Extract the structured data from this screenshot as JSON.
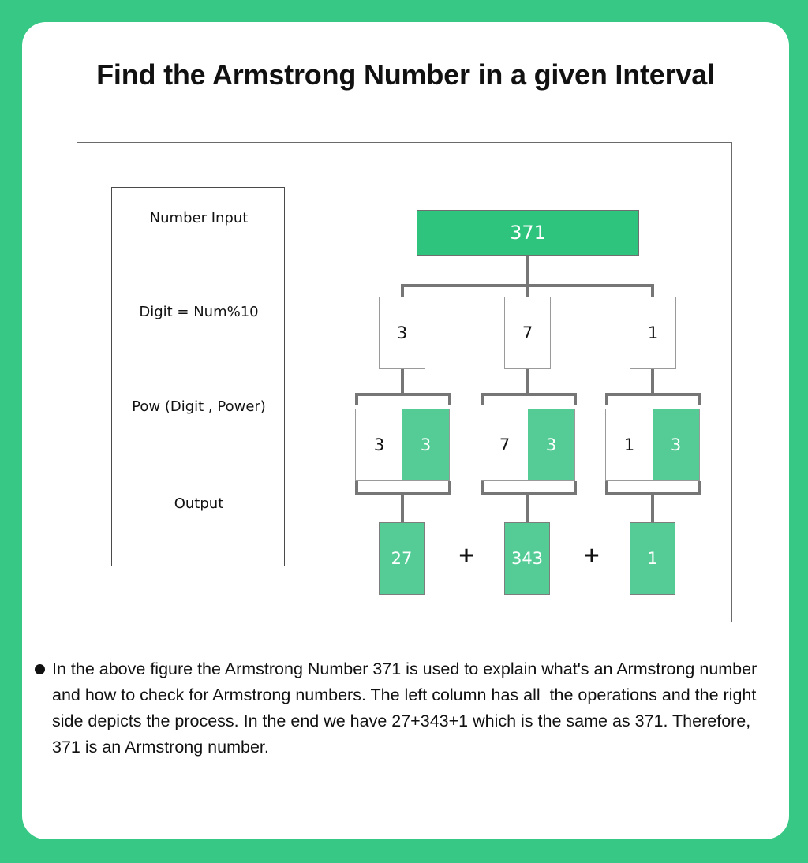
{
  "background_color": "#37c885",
  "card_color": "#ffffff",
  "accent_colors": {
    "root_green": "#2ec47e",
    "box_green": "#55cc96",
    "connector_gray": "#767676",
    "border_gray": "#9a9a9a"
  },
  "header": {
    "title": "Find the Armstrong Number in a given Interval"
  },
  "diagram": {
    "legend": {
      "items": [
        {
          "label": "Number Input"
        },
        {
          "label": "Digit = Num%10"
        },
        {
          "label": "Pow (Digit , Power)"
        },
        {
          "label": "Output"
        }
      ]
    },
    "root": {
      "value": "371"
    },
    "digits": [
      {
        "value": "3"
      },
      {
        "value": "7"
      },
      {
        "value": "1"
      }
    ],
    "powers": [
      {
        "base": "3",
        "exponent": "3"
      },
      {
        "base": "7",
        "exponent": "3"
      },
      {
        "base": "1",
        "exponent": "3"
      }
    ],
    "outputs": [
      {
        "value": "27"
      },
      {
        "value": "343"
      },
      {
        "value": "1"
      }
    ],
    "operators": [
      {
        "symbol": "+"
      },
      {
        "symbol": "+"
      }
    ]
  },
  "caption": {
    "bullet": "●",
    "text": "In the above figure the Armstrong Number 371 is used to explain what's an Armstrong number and how to check for Armstrong numbers. The left column has all  the operations and the right side depicts the process. In the end we have 27+343+1 which is the same as 371. Therefore, 371 is an Armstrong number."
  },
  "chart_data": {
    "type": "diagram",
    "title": "Find the Armstrong Number in a given Interval",
    "rows": [
      {
        "stage": "Number Input",
        "nodes": [
          "371"
        ]
      },
      {
        "stage": "Digit = Num%10",
        "nodes": [
          "3",
          "7",
          "1"
        ]
      },
      {
        "stage": "Pow (Digit , Power)",
        "nodes": [
          "3^3",
          "7^3",
          "1^3"
        ]
      },
      {
        "stage": "Output",
        "nodes": [
          "27",
          "343",
          "1"
        ]
      }
    ],
    "expression": "27+343+1 = 371"
  }
}
